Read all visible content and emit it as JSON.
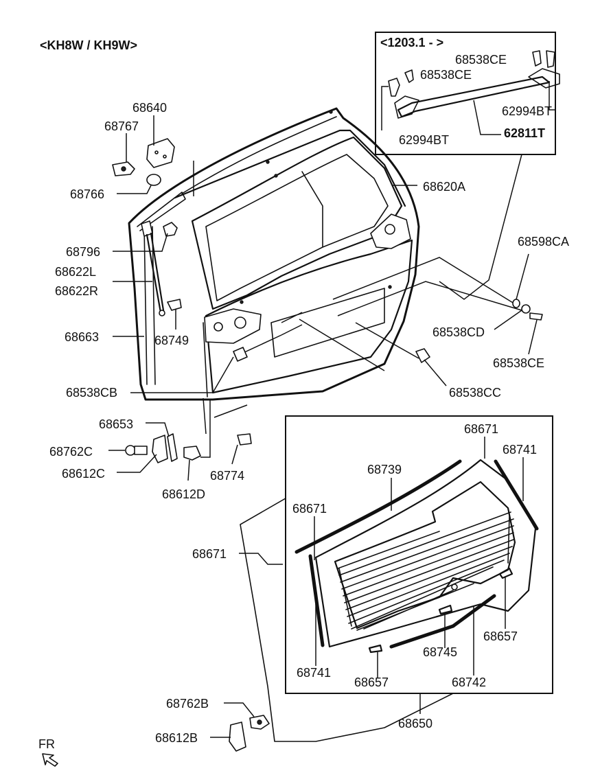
{
  "header": {
    "model_label": "<KH8W / KH9W>"
  },
  "inset_top": {
    "title": "<1203.1 - >"
  },
  "direction": {
    "label": "FR",
    "icon": "front-arrow-icon"
  },
  "parts": {
    "p68640": "68640",
    "p68767": "68767",
    "p68766": "68766",
    "p68796": "68796",
    "p68622L": "68622L",
    "p68622R": "68622R",
    "p68663": "68663",
    "p68749": "68749",
    "p68538CB": "68538CB",
    "p68653": "68653",
    "p68762C": "68762C",
    "p68612C": "68612C",
    "p68612D": "68612D",
    "p68774": "68774",
    "p68620A": "68620A",
    "p68598CA": "68598CA",
    "p68538CD": "68538CD",
    "p68538CE_main": "68538CE",
    "p68538CC": "68538CC",
    "inset_68538CE_a": "68538CE",
    "inset_68538CE_b": "68538CE",
    "inset_62994BT_a": "62994BT",
    "inset_62994BT_b": "62994BT",
    "inset_62811T": "62811T",
    "p68671_a": "68671",
    "p68741_a": "68741",
    "p68739": "68739",
    "p68671_b": "68671",
    "p68671_c": "68671",
    "p68741_b": "68741",
    "p68657_a": "68657",
    "p68745": "68745",
    "p68657_b": "68657",
    "p68742": "68742",
    "p68650": "68650",
    "p68762B": "68762B",
    "p68612B": "68612B"
  }
}
